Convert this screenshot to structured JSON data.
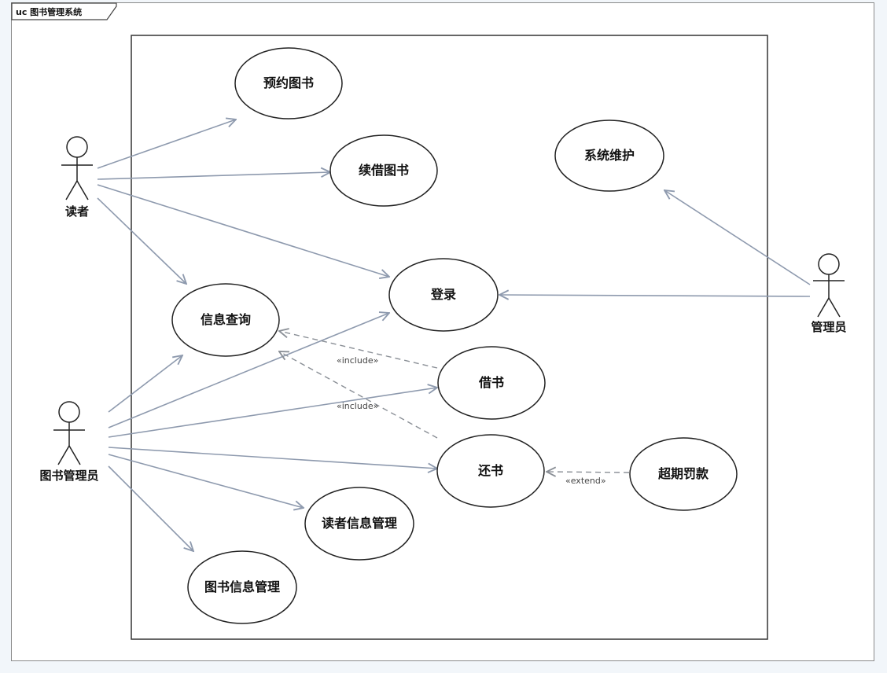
{
  "frame_title": "uc 图书管理系统",
  "actors": [
    {
      "id": "reader",
      "label": "读者"
    },
    {
      "id": "librarian",
      "label": "图书管理员"
    },
    {
      "id": "admin",
      "label": "管理员"
    }
  ],
  "use_cases": [
    {
      "id": "reserve",
      "label": "预约图书"
    },
    {
      "id": "renew",
      "label": "续借图书"
    },
    {
      "id": "maintain",
      "label": "系统维护"
    },
    {
      "id": "login",
      "label": "登录"
    },
    {
      "id": "query",
      "label": "信息查询"
    },
    {
      "id": "borrow",
      "label": "借书"
    },
    {
      "id": "return",
      "label": "还书"
    },
    {
      "id": "fine",
      "label": "超期罚款"
    },
    {
      "id": "reader_mgmt",
      "label": "读者信息管理"
    },
    {
      "id": "book_mgmt",
      "label": "图书信息管理"
    }
  ],
  "relations": [
    {
      "type": "association",
      "from": "reader",
      "to": "reserve"
    },
    {
      "type": "association",
      "from": "reader",
      "to": "renew"
    },
    {
      "type": "association",
      "from": "reader",
      "to": "login"
    },
    {
      "type": "association",
      "from": "reader",
      "to": "query"
    },
    {
      "type": "association",
      "from": "librarian",
      "to": "query"
    },
    {
      "type": "association",
      "from": "librarian",
      "to": "login"
    },
    {
      "type": "association",
      "from": "librarian",
      "to": "borrow"
    },
    {
      "type": "association",
      "from": "librarian",
      "to": "return"
    },
    {
      "type": "association",
      "from": "librarian",
      "to": "reader_mgmt"
    },
    {
      "type": "association",
      "from": "librarian",
      "to": "book_mgmt"
    },
    {
      "type": "association",
      "from": "admin",
      "to": "maintain"
    },
    {
      "type": "association",
      "from": "admin",
      "to": "login"
    },
    {
      "type": "include",
      "from": "borrow",
      "to": "query",
      "label": "«include»"
    },
    {
      "type": "include",
      "from": "return",
      "to": "query",
      "label": "«include»"
    },
    {
      "type": "extend",
      "from": "fine",
      "to": "return",
      "label": "«extend»"
    }
  ],
  "colors": {
    "association": "#8e9aae",
    "dependency": "#8a8f96",
    "outline": "#222222",
    "frame": "#8a8a8a",
    "background": "#f2f6fa"
  }
}
